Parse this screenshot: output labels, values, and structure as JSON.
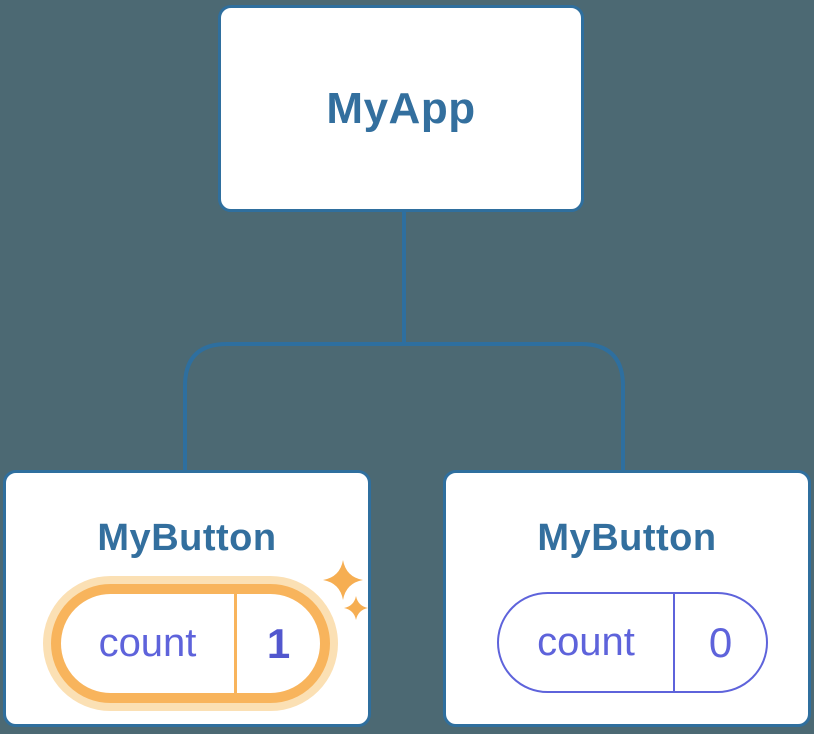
{
  "colors": {
    "background": "#4C6973",
    "edge-blue": "#2E6F9F",
    "card-border": "#2F6F9E",
    "heading-blue": "#336F9E",
    "indigo": "#5E63DB",
    "indigo-dark": "#5257CE",
    "orange": "#F8B45C",
    "orange-glow": "#FBE0B4",
    "sparkle-orange": "#F6AE52",
    "card-bg": "#FFFFFF"
  },
  "tree": {
    "root": {
      "label": "MyApp"
    },
    "children": [
      {
        "label": "MyButton",
        "highlighted": true,
        "state": {
          "key": "count",
          "value": "1"
        }
      },
      {
        "label": "MyButton",
        "highlighted": false,
        "state": {
          "key": "count",
          "value": "0"
        }
      }
    ]
  }
}
